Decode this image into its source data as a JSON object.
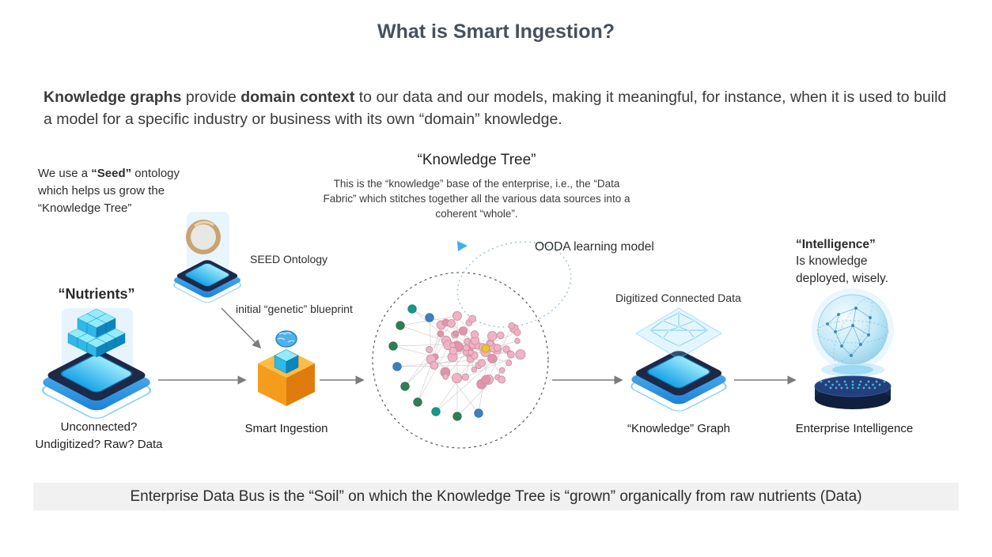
{
  "title": "What is Smart Ingestion?",
  "intro": {
    "bold1": "Knowledge graphs",
    "mid1": " provide ",
    "bold2": "domain context",
    "rest": " to our data and our models, making it meaningful, for instance, when it is used to build a model for a specific industry or business with its own “domain” knowledge."
  },
  "seed_note": {
    "pre": "We use a ",
    "bold": "“Seed”",
    "post": " ontology which helps us grow the “Knowledge Tree”"
  },
  "knowledge_tree": {
    "heading": "“Knowledge Tree”",
    "description": "This is the “knowledge” base of the enterprise, i.e., the “Data Fabric” which stitches together all the various data sources into a coherent “whole”."
  },
  "labels": {
    "ooda": "OODA learning model",
    "seed_ontology": "SEED Ontology",
    "blueprint": "initial “genetic” blueprint",
    "nutrients": "“Nutrients”",
    "digitized": "Digitized Connected Data"
  },
  "intelligence_note": {
    "bold": "“Intelligence”",
    "rest": "Is knowledge deployed, wisely."
  },
  "captions": {
    "nutrients_line1": "Unconnected?",
    "nutrients_line2": "Undigitized? Raw? Data",
    "smart_ingestion": "Smart Ingestion",
    "knowledge_graph": "“Knowledge” Graph",
    "enterprise_intelligence": "Enterprise Intelligence"
  },
  "footer": "Enterprise Data Bus is the “Soil” on which the Knowledge Tree is “grown” organically from raw nutrients (Data)",
  "colors": {
    "accent_blue": "#2f9ff2",
    "cyan": "#35c3f3",
    "navy": "#1c2a47",
    "orange": "#f49a1c",
    "pink_node": "#eeb3c4",
    "green_node": "#2e7d54",
    "footer_bg": "#f1f1f2"
  }
}
